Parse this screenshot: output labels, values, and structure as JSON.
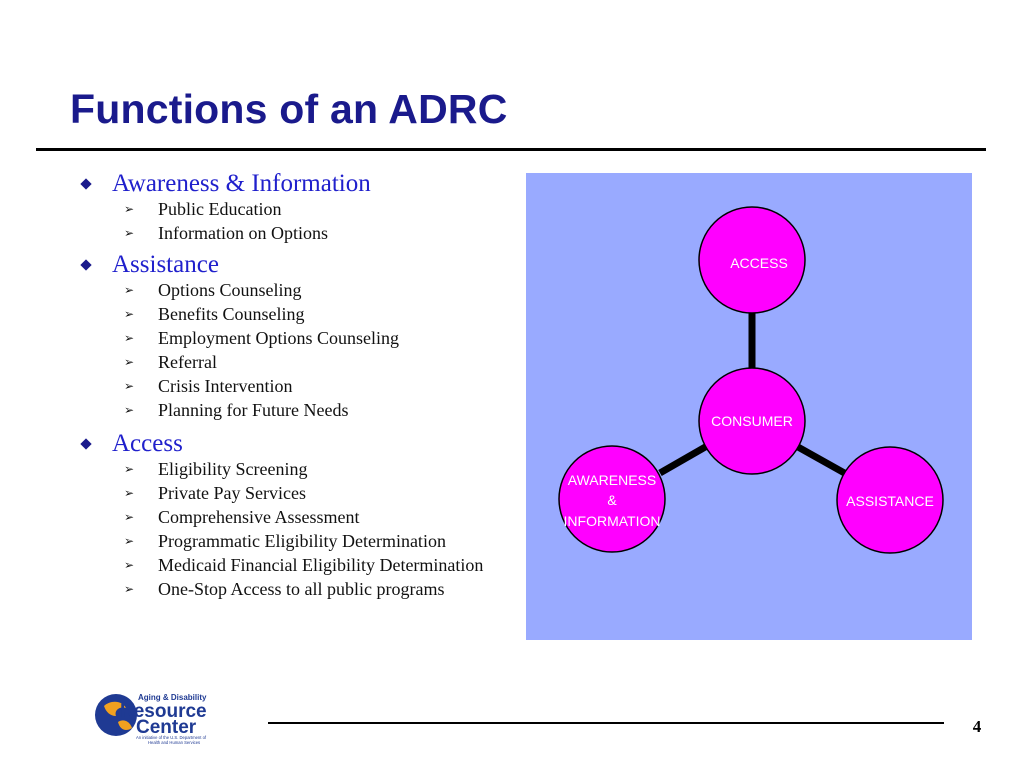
{
  "slide": {
    "title": "Functions of an ADRC",
    "page_number": "4"
  },
  "sections": [
    {
      "heading": "Awareness & Information",
      "items": [
        "Public Education",
        "Information on Options"
      ]
    },
    {
      "heading": "Assistance",
      "items": [
        "Options Counseling",
        "Benefits Counseling",
        "Employment Options Counseling",
        "Referral",
        "Crisis Intervention",
        "Planning for Future Needs"
      ]
    },
    {
      "heading": "Access",
      "items": [
        "Eligibility Screening",
        "Private Pay Services",
        "Comprehensive Assessment",
        "Programmatic Eligibility Determination",
        "Medicaid Financial Eligibility Determination",
        "One-Stop Access to all public programs"
      ]
    }
  ],
  "diagram": {
    "center": "CONSUMER",
    "top": "ACCESS",
    "left": [
      "AWARENESS",
      "&",
      "INFORMATION"
    ],
    "right": "ASSISTANCE",
    "colors": {
      "background": "#99aaff",
      "node_fill": "#ff00ff",
      "connector": "#000000",
      "node_text": "#ffffff"
    }
  },
  "logo": {
    "line1": "Aging & Disability",
    "line2": "Resource",
    "line3": "Center",
    "tagline1": "An initiative of the U.S. Department of",
    "tagline2": "Health and Human Services"
  },
  "colors": {
    "title": "#1a1a8c",
    "section_heading": "#2020cc",
    "bullet": "#1a1a8c"
  }
}
